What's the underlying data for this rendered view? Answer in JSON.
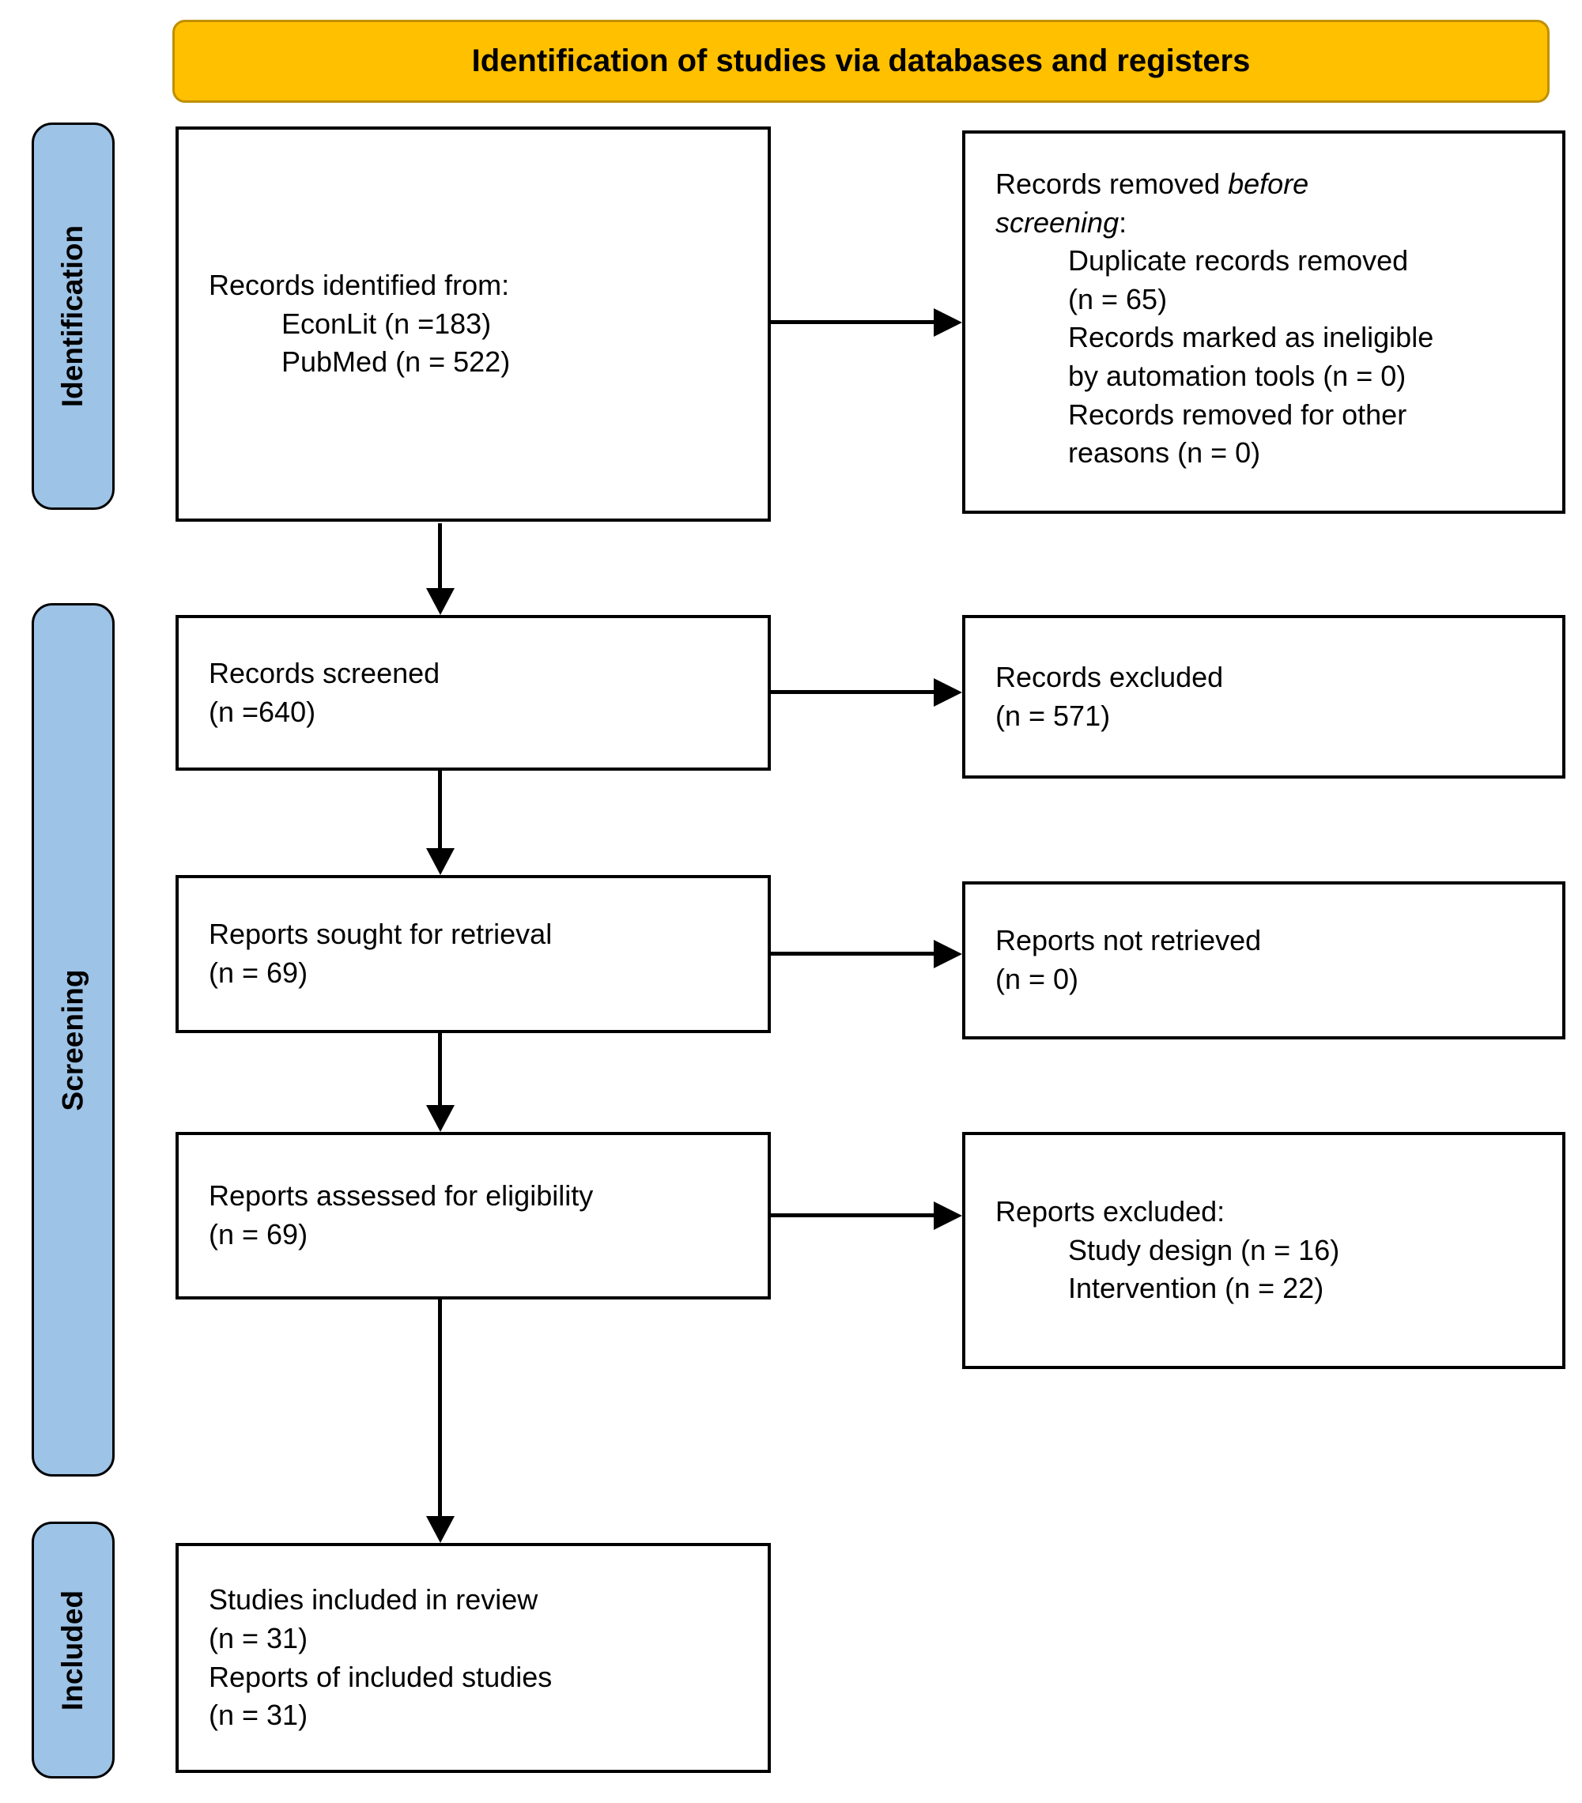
{
  "banner": {
    "title": "Identification of studies via databases and registers"
  },
  "sidebar": {
    "identification": "Identification",
    "screening": "Screening",
    "included": "Included"
  },
  "boxes": {
    "identified": {
      "line1": "Records identified from:",
      "line2": "EconLit (n =183)",
      "line3": "PubMed (n = 522)"
    },
    "removed": {
      "l1a": "Records removed ",
      "l1b": "before",
      "l2a": "screening",
      "l2b": ":",
      "l3": "Duplicate records removed",
      "l4": "(n = 65)",
      "l5": "Records marked as ineligible",
      "l6": "by automation tools (n = 0)",
      "l7": "Records removed for other",
      "l8": "reasons (n = 0)"
    },
    "screened": {
      "line1": "Records screened",
      "line2": "(n =640)"
    },
    "records_excluded": {
      "line1": "Records excluded",
      "line2": "(n = 571)"
    },
    "sought": {
      "line1": "Reports sought for retrieval",
      "line2": "(n = 69)"
    },
    "not_retrieved": {
      "line1": "Reports not retrieved",
      "line2": "(n = 0)"
    },
    "assessed": {
      "line1": "Reports assessed for eligibility",
      "line2": "(n = 69)"
    },
    "reports_excluded": {
      "line1": "Reports excluded:",
      "line2": "Study design (n = 16)",
      "line3": "Intervention (n = 22)"
    },
    "included_box": {
      "line1": "Studies included in review",
      "line2": "(n = 31)",
      "line3": "Reports of included studies",
      "line4": "(n = 31)"
    }
  },
  "colors": {
    "banner_bg": "#FFC000",
    "banner_border": "#BF9000",
    "stage_bg": "#9DC3E6",
    "box_border": "#000000"
  }
}
